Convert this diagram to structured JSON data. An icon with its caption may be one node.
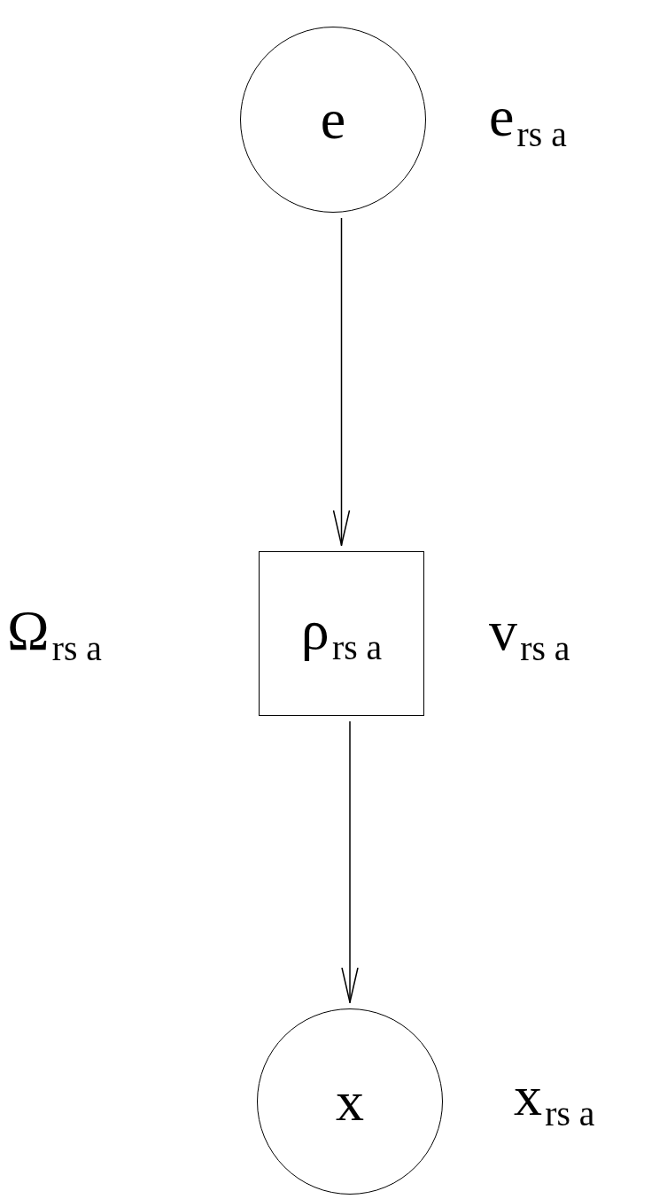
{
  "diagram": {
    "nodes": [
      {
        "text": [
          "e"
        ],
        "beside": [
          "e$_{rs a}$"
        ]
      },
      {
        "text": [
          "ρ$_{rs a}$"
        ],
        "beside": [
          "Ω$_{rs a}$",
          "v$_{rs a}$"
        ]
      },
      {
        "text": [
          "x"
        ],
        "beside": [
          "x$_{rs a}$"
        ]
      }
    ],
    "edges": [
      {
        "from": 0,
        "to": 1,
        "arrow": "to"
      },
      {
        "from": 1,
        "to": 2,
        "arrow": "to"
      }
    ]
  }
}
